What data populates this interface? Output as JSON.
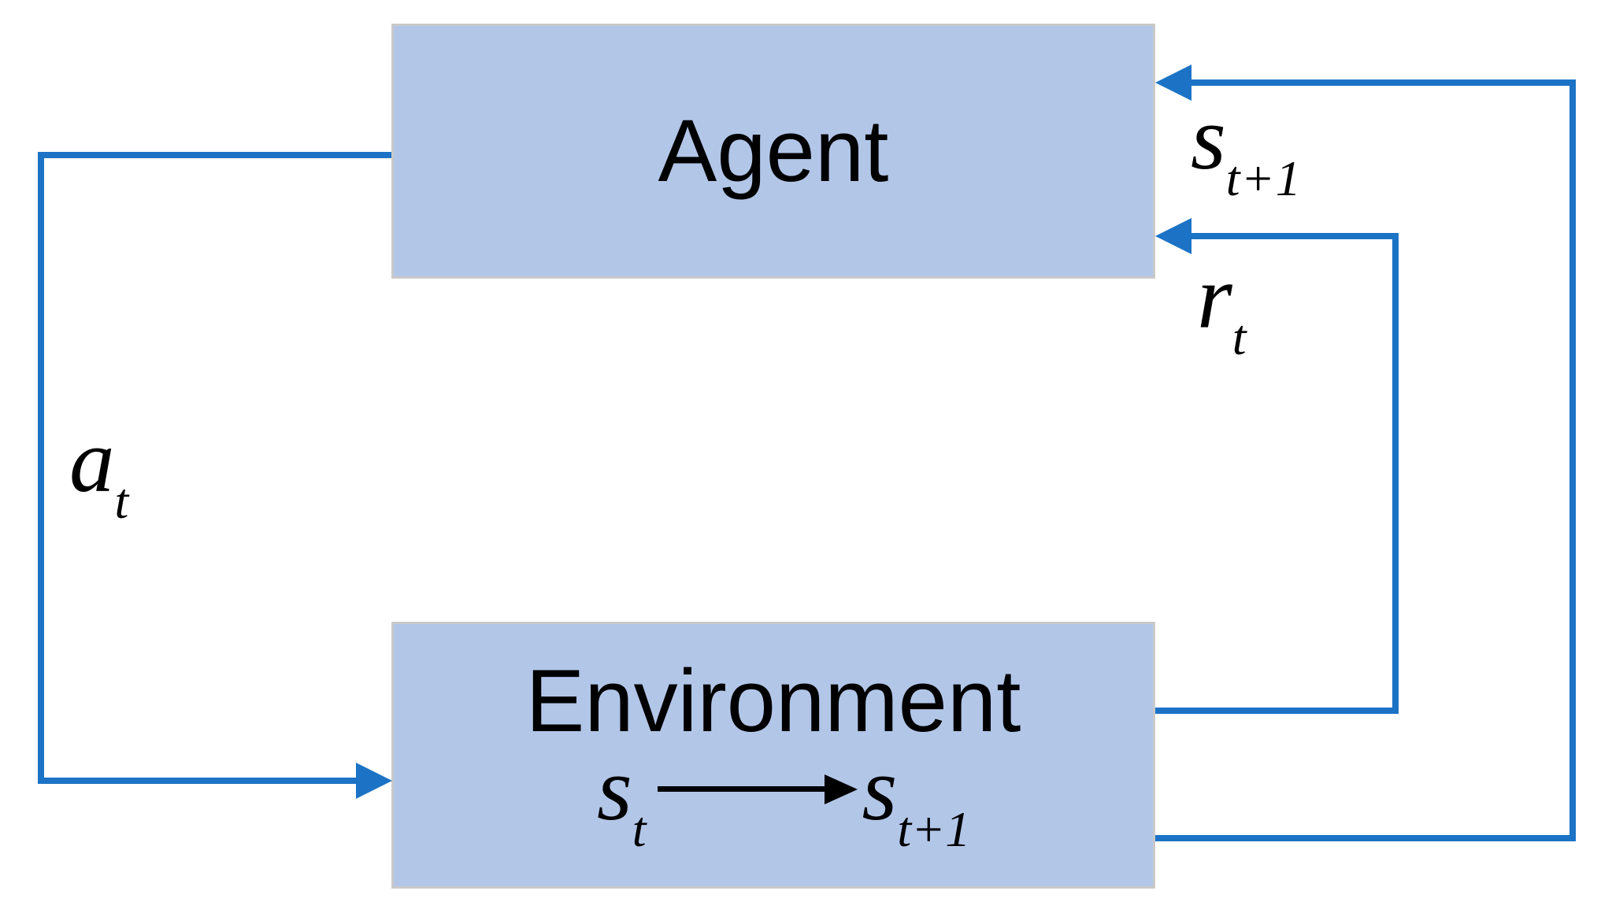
{
  "diagram": {
    "type": "flow-loop",
    "nodes": [
      {
        "id": "agent",
        "label": "Agent"
      },
      {
        "id": "environment",
        "label": "Environment"
      }
    ],
    "edges": [
      {
        "id": "action",
        "from": "agent",
        "to": "environment",
        "base": "a",
        "sub": "t"
      },
      {
        "id": "next_state",
        "from": "environment",
        "to": "agent",
        "base": "s",
        "sub": "t+1"
      },
      {
        "id": "reward",
        "from": "environment",
        "to": "agent",
        "base": "r",
        "sub": "t"
      }
    ],
    "environment_formula": {
      "lhs_base": "s",
      "lhs_sub": "t",
      "rhs_base": "s",
      "rhs_sub": "t+1"
    },
    "colors": {
      "box_fill": "#b2c6e8",
      "box_border": "#c9c9c9",
      "arrow": "#1c73c6",
      "text": "#000000"
    }
  }
}
